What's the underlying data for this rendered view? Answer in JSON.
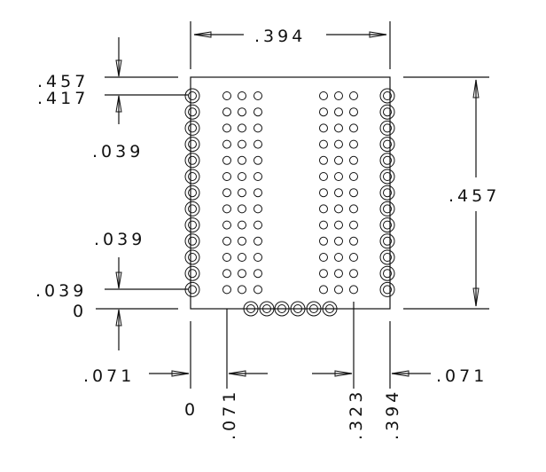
{
  "diagram": {
    "stroke_color": "#111111",
    "background": "#ffffff",
    "dimensions": {
      "top_width": ".394",
      "right_height": ".457",
      "left_top": ".457",
      "left_row1": ".417",
      "left_pitch_upper": ".039",
      "left_pitch_lower": ".039",
      "left_bottom_row": ".039",
      "left_zero": "0",
      "bottom_left_offset": ".071",
      "bottom_right_offset": ".071",
      "bottom_zero": "0",
      "bottom_071": ".071",
      "bottom_323": ".323",
      "bottom_394": ".394"
    }
  }
}
